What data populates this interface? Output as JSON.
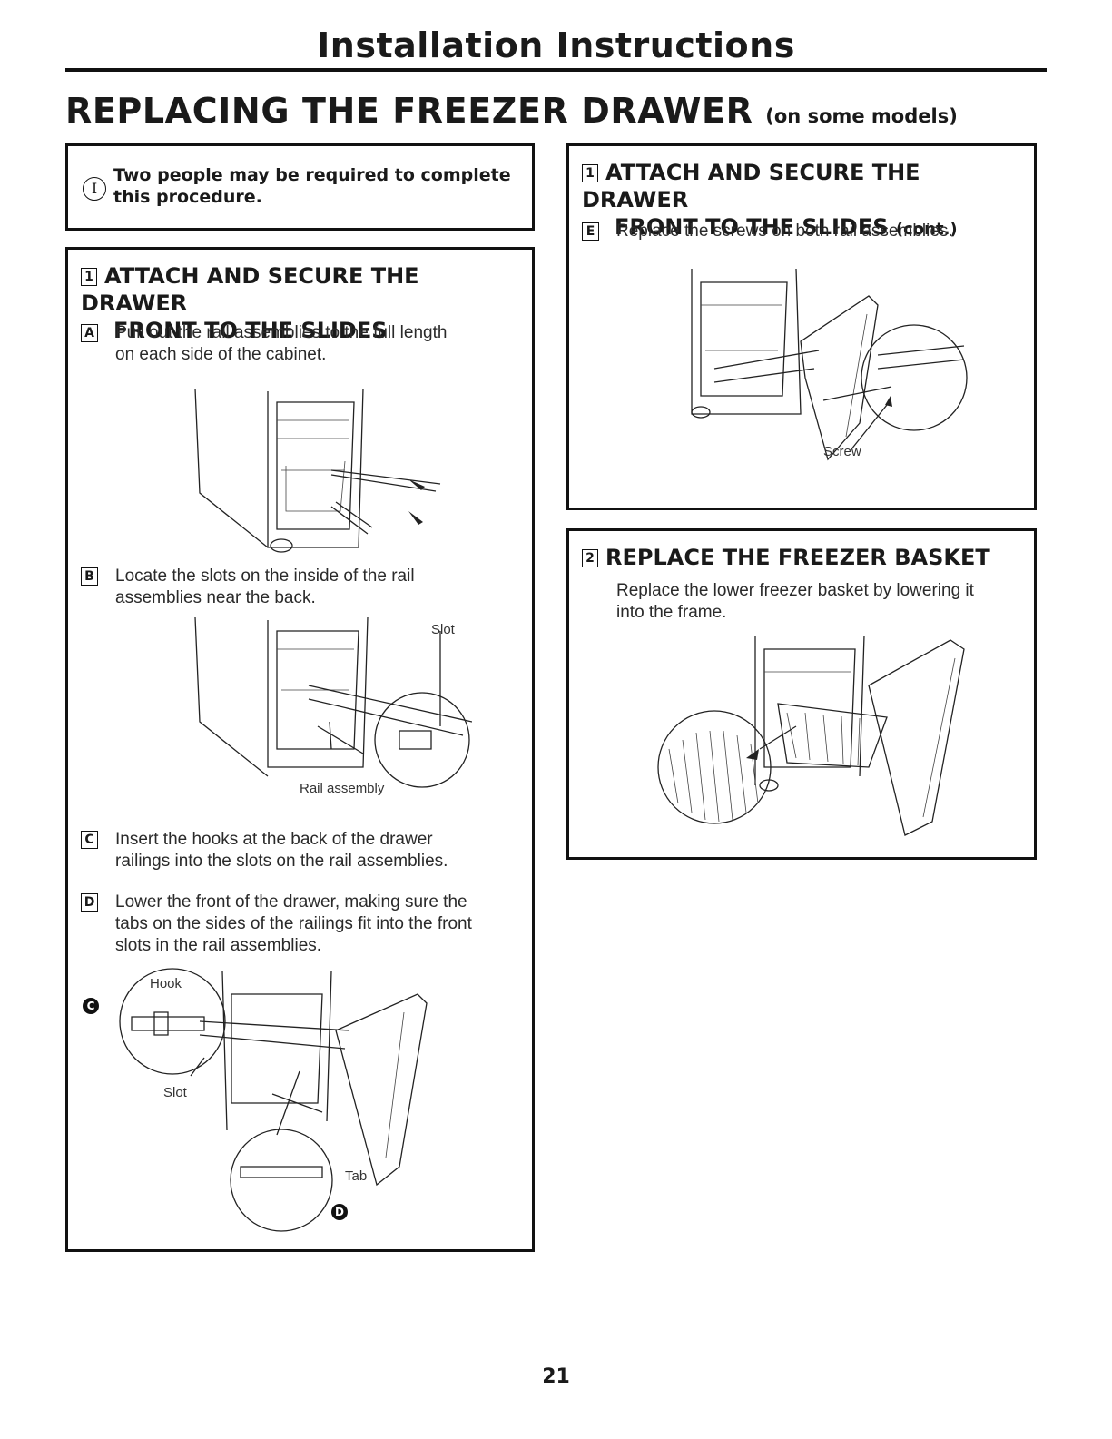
{
  "header": {
    "title": "Installation Instructions"
  },
  "section": {
    "title": "REPLACING THE FREEZER DRAWER",
    "subtitle": "(on some models)"
  },
  "note": {
    "icon_letter": "I",
    "text_line1": "Two people may be required to complete",
    "text_line2": "this procedure."
  },
  "step1": {
    "number": "1",
    "title_line1": "ATTACH AND SECURE THE DRAWER",
    "title_line2": "FRONT TO THE SLIDES",
    "substeps": [
      {
        "letter": "A",
        "line1": "Pull out the rail assemblies to the full length",
        "line2": "on each side of the cabinet."
      },
      {
        "letter": "B",
        "line1": "Locate the slots on the inside of the rail",
        "line2": "assemblies near the back."
      },
      {
        "letter": "C",
        "line1": "Insert the hooks at the back of the drawer",
        "line2": "railings into the slots on the rail assemblies."
      },
      {
        "letter": "D",
        "line1": "Lower the front of the drawer, making sure the",
        "line2": "tabs on the sides of the railings fit into the front",
        "line3": "slots in the rail assemblies."
      }
    ],
    "labels": {
      "slot": "Slot",
      "rail_assembly": "Rail assembly",
      "hook": "Hook",
      "slot2": "Slot",
      "tab": "Tab",
      "callout_c": "C",
      "callout_d": "D"
    }
  },
  "step1_cont": {
    "number": "1",
    "title_line1": "ATTACH AND SECURE THE DRAWER",
    "title_line2": "FRONT TO THE SLIDES",
    "title_suffix": "(cont.)",
    "substep": {
      "letter": "E",
      "text": "Replace the screws on both rail assemblies."
    },
    "labels": {
      "screw": "Screw"
    }
  },
  "step2": {
    "number": "2",
    "title": "REPLACE THE FREEZER BASKET",
    "line1": "Replace the lower freezer basket by lowering it",
    "line2": "into the frame."
  },
  "footer": {
    "page_number": "21"
  }
}
